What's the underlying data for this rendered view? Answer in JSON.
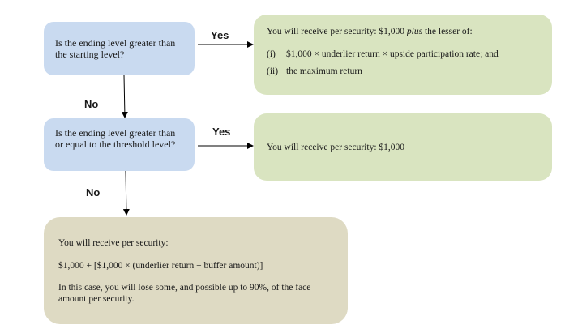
{
  "questions": {
    "q1": "Is the ending level greater than the starting level?",
    "q2": "Is the ending level greater than or equal to the threshold level?"
  },
  "labels": {
    "yes1": "Yes",
    "yes2": "Yes",
    "no1": "No",
    "no2": "No"
  },
  "outcome_up": {
    "intro": "You will receive per security: $1,000",
    "plus": "plus",
    "intro_tail": "the lesser of:",
    "item1_num": "(i)",
    "item1_text": "$1,000 × underlier return × upside participation rate; and",
    "item2_num": "(ii)",
    "item2_text": "the maximum return"
  },
  "outcome_flat": {
    "text": "You will receive per security: $1,000"
  },
  "outcome_down": {
    "line1": "You will receive per security:",
    "line2": "$1,000 + [$1,000 × (underlier return + buffer amount)]",
    "line3": "In this case, you will lose some, and possible up to 90%, of the face amount per security."
  },
  "colors": {
    "question_fill": "#c9daf0",
    "outcome_green": "#d9e4c0",
    "outcome_tan": "#dedac3"
  }
}
